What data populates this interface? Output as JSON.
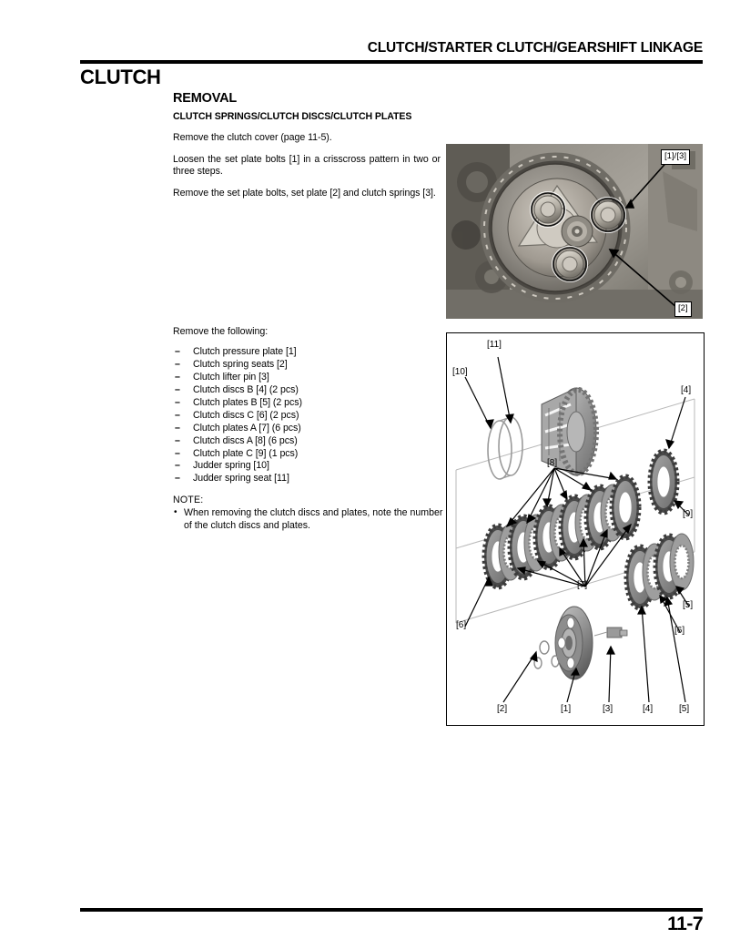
{
  "header": {
    "title": "CLUTCH/STARTER CLUTCH/GEARSHIFT LINKAGE"
  },
  "section": {
    "title": "CLUTCH"
  },
  "content": {
    "removal_heading": "REMOVAL",
    "sub_heading": "CLUTCH SPRINGS/CLUTCH DISCS/CLUTCH PLATES",
    "para_1": "Remove the clutch cover (page 11-5).",
    "para_2": "Loosen the set plate bolts [1] in a crisscross pattern in two or three steps.",
    "para_3": "Remove the set plate bolts, set plate [2] and clutch springs [3].",
    "remove_following": "Remove the following:",
    "parts": [
      "Clutch pressure plate [1]",
      "Clutch spring seats [2]",
      "Clutch lifter pin [3]",
      "Clutch discs B [4] (2 pcs)",
      "Clutch plates B [5] (2 pcs)",
      "Clutch discs C [6] (2 pcs)",
      "Clutch plates A [7] (6 pcs)",
      "Clutch discs A [8] (6 pcs)",
      "Clutch plate C [9] (1 pcs)",
      "Judder spring [10]",
      "Judder spring seat [11]"
    ],
    "note_heading": "NOTE:",
    "note_items": [
      "When removing the clutch discs and plates, note the number of the clutch discs and plates."
    ]
  },
  "photo": {
    "callouts": [
      {
        "label": "[1]/[3]"
      },
      {
        "label": "[2]"
      }
    ]
  },
  "diagram": {
    "labels": [
      {
        "label": "[11]"
      },
      {
        "label": "[10]"
      },
      {
        "label": "[4]"
      },
      {
        "label": "[8]"
      },
      {
        "label": "[9]"
      },
      {
        "label": "[7]"
      },
      {
        "label": "[6]"
      },
      {
        "label": "[5]"
      },
      {
        "label": "[6]"
      },
      {
        "label": "[5]"
      },
      {
        "label": "[2]"
      },
      {
        "label": "[1]"
      },
      {
        "label": "[3]"
      },
      {
        "label": "[4]"
      },
      {
        "label": "[5]"
      }
    ]
  },
  "footer": {
    "page_number": "11-7"
  }
}
